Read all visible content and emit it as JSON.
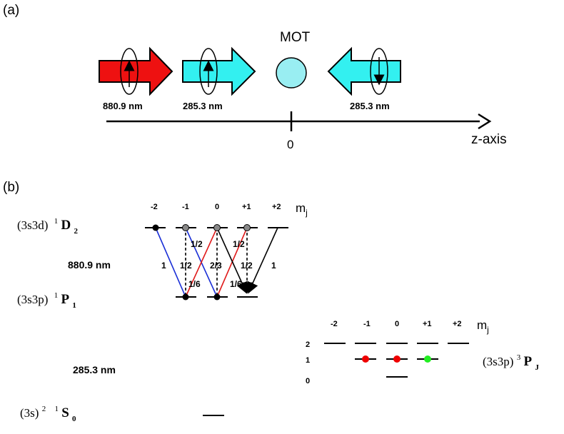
{
  "panel_a": {
    "label": "(a)",
    "mot_label": "MOT",
    "beams": [
      {
        "wavelength": "880.9 nm",
        "color": "#ee1111",
        "direction": "right",
        "rotation_arrow": "up"
      },
      {
        "wavelength": "285.3 nm",
        "color": "#33f0f0",
        "direction": "right",
        "rotation_arrow": "up"
      },
      {
        "wavelength": "285.3 nm",
        "color": "#33f0f0",
        "direction": "left",
        "rotation_arrow": "down"
      }
    ],
    "mot_cloud_color": "#99eef2",
    "axis_label": "z-axis",
    "origin_label": "0"
  },
  "panel_b": {
    "label": "(b)",
    "mj_symbol": "m",
    "mj_subscript": "j",
    "mj_values": [
      "-2",
      "-1",
      "0",
      "+1",
      "+2"
    ],
    "states": {
      "d": {
        "config": "(3s3d)",
        "mult": "1",
        "letter": "D",
        "sub": "2"
      },
      "p": {
        "config": "(3s3p)",
        "mult": "1",
        "letter": "P",
        "sub": "1"
      },
      "pj": {
        "config": "(3s3p)",
        "mult": "3",
        "letter": "P",
        "sub": "J"
      },
      "s": {
        "config": "(3s)",
        "config_sup": "2",
        "mult": "1",
        "letter": "S",
        "sub": "0"
      }
    },
    "wavelength_upper": "880.9 nm",
    "wavelength_lower": "285.3 nm",
    "branching": {
      "blue_left": "1",
      "col_m1_top": "1/2",
      "col_m1_bottom": "1/2",
      "center": "2/3",
      "col_p1_top": "1/2",
      "col_p1_bottom": "1/2",
      "right": "1",
      "low_left": "1/6",
      "low_right": "1/6"
    },
    "pj_J_values": [
      "2",
      "1",
      "0"
    ],
    "dot_colors": {
      "black": "#000000",
      "gray": "#888888",
      "red": "#ee0000",
      "green": "#22ee22"
    },
    "line_colors": {
      "blue": "#1a2fd6",
      "red": "#e01a1a",
      "black": "#000000"
    }
  }
}
